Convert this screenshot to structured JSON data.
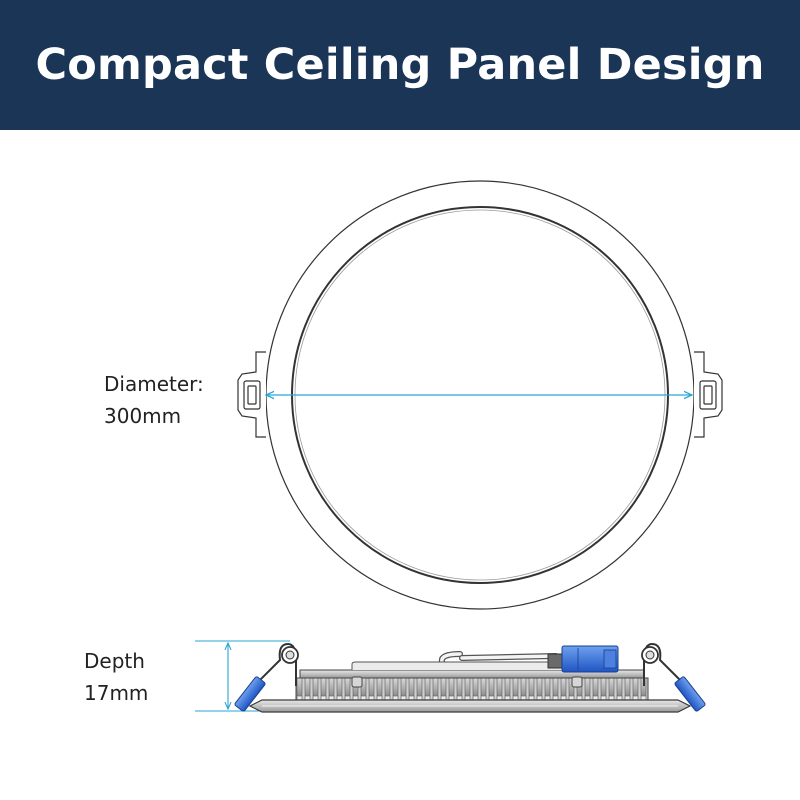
{
  "title": "Compact Ceiling Panel Design",
  "diameter": {
    "label": "Diameter:",
    "value": "300mm"
  },
  "depth": {
    "label": "Depth",
    "value": "17mm"
  },
  "colors": {
    "header_bg": "#1b3556",
    "title_text": "#ffffff",
    "dimension_line": "#2aa6d6",
    "connector_blue": "#2f6bd6",
    "outline": "#333333"
  }
}
